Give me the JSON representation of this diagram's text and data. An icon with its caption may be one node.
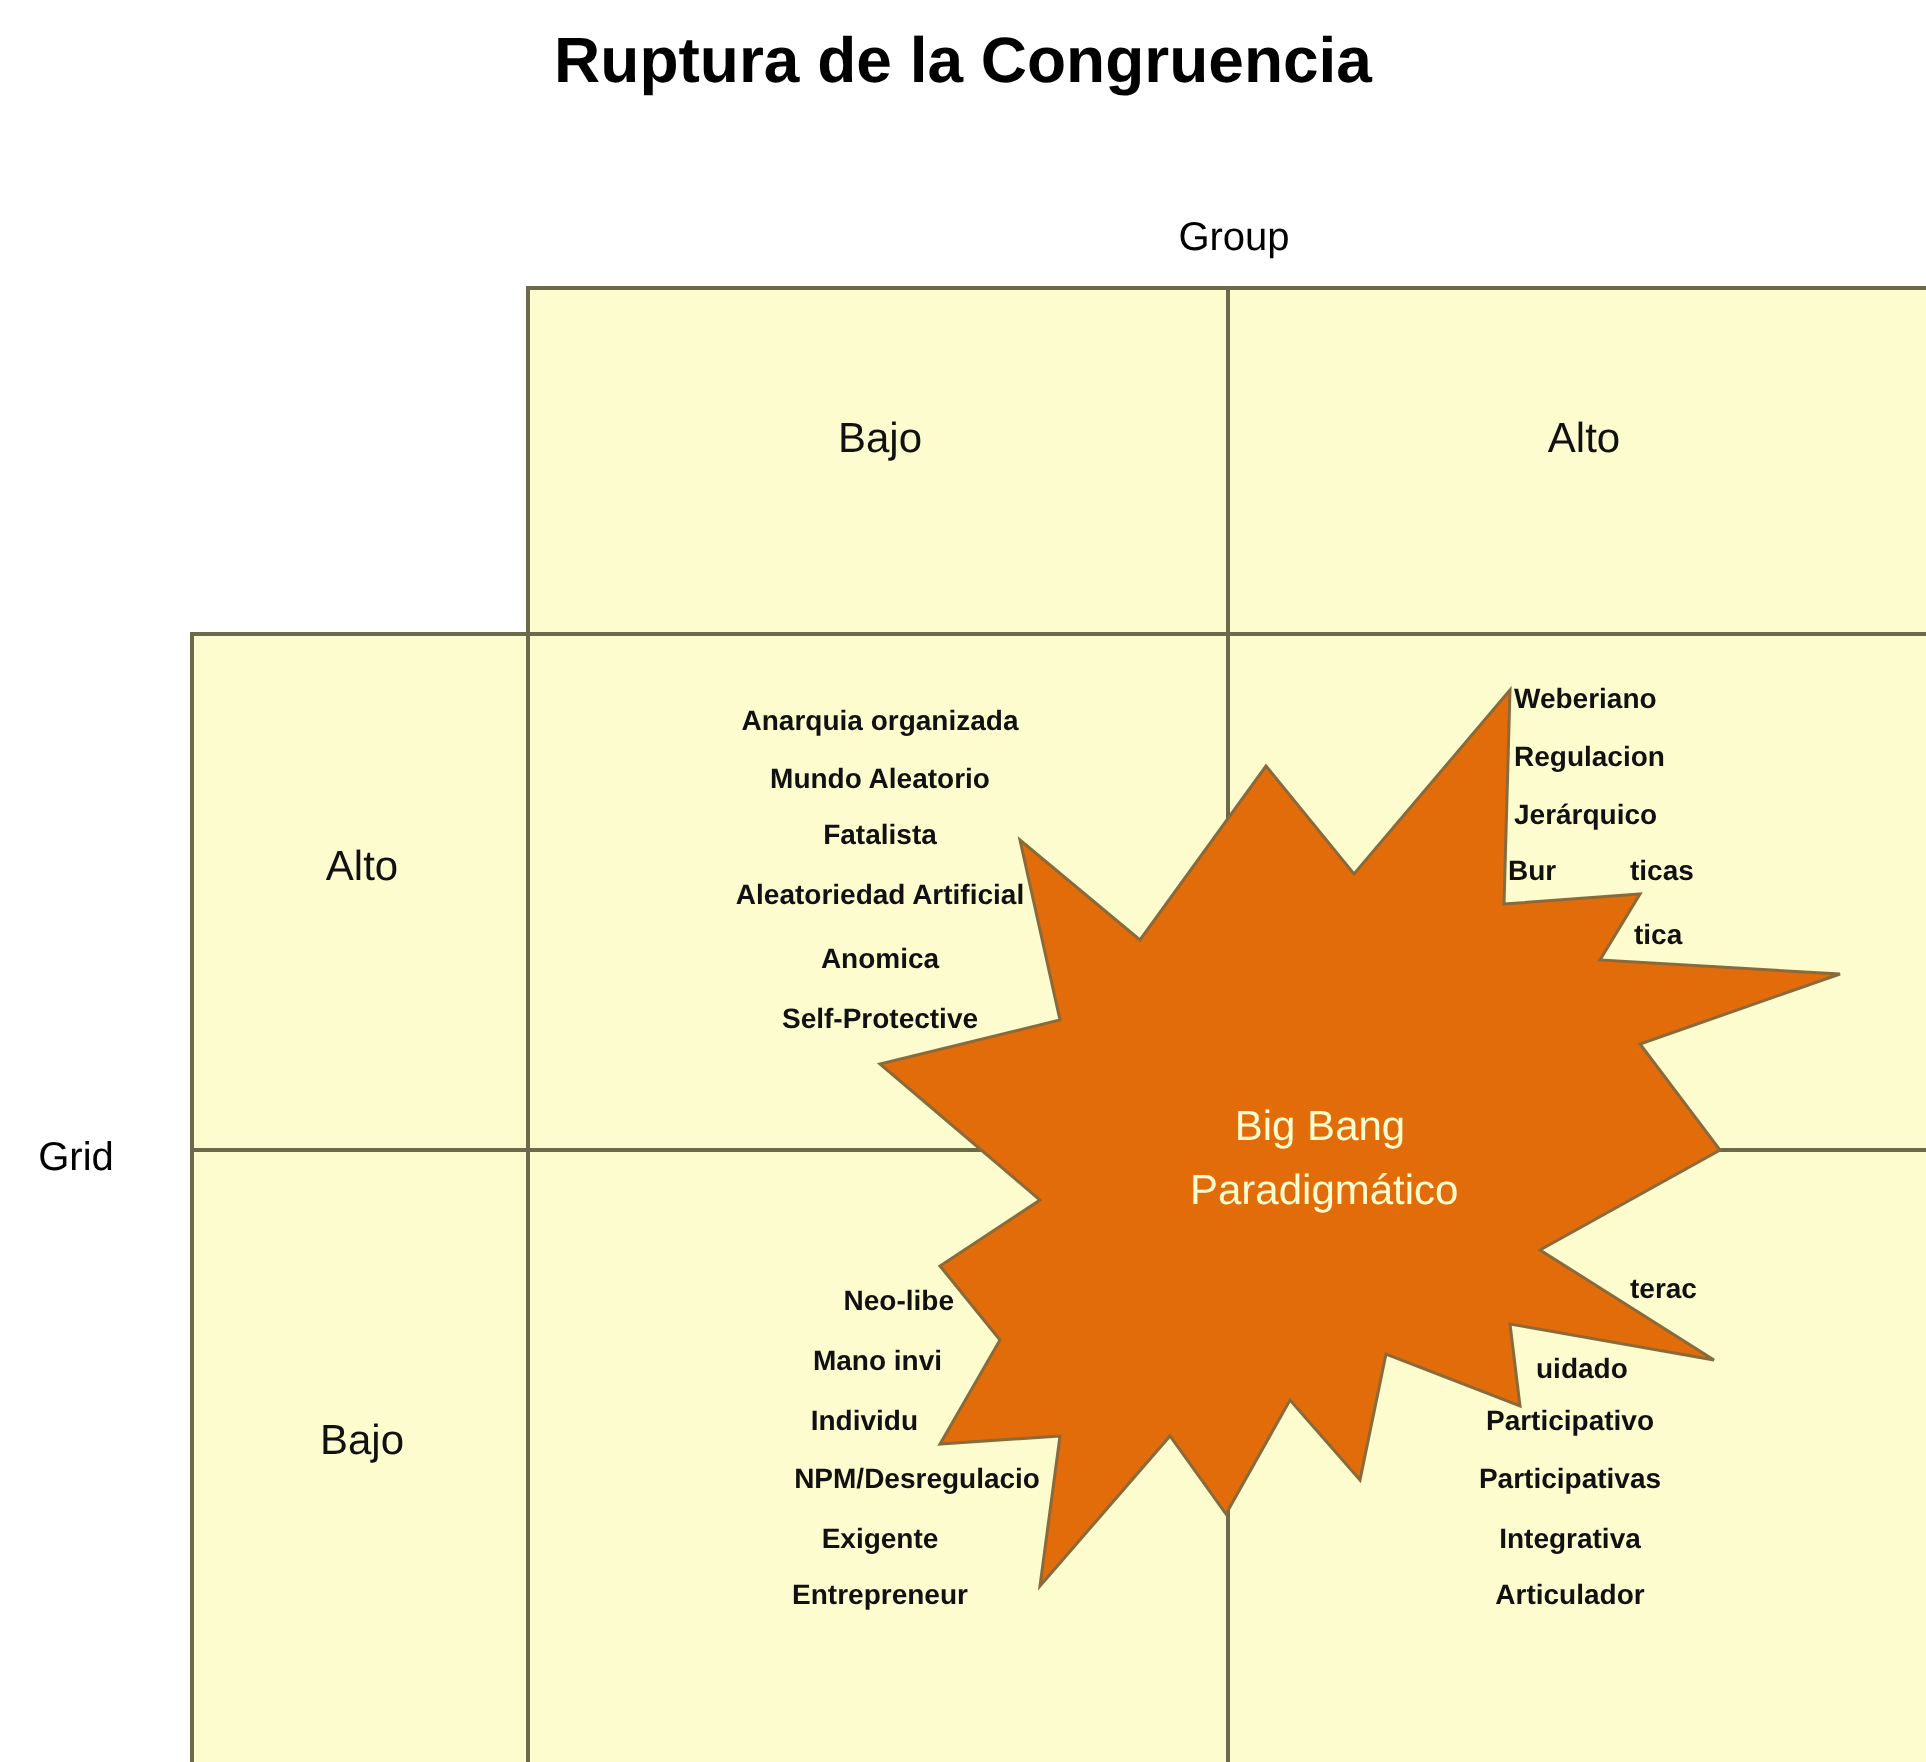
{
  "diagram": {
    "title": "Ruptura de la Congruencia",
    "nodes": [
      {
        "text": [
          "Bajo"
        ]
      },
      {
        "text": [
          "Alto"
        ]
      },
      {
        "text": [
          "Alto"
        ]
      },
      {
        "text": [
          "Anarquia organizada",
          "Mundo Aleatorio",
          "Fatalista",
          "Aleatoriedad Artificial",
          "Anomica",
          "Self-Protective"
        ]
      },
      {
        "text": [
          "Weberiano",
          "Regulacion",
          "Jerárquico",
          "Bur",
          "ticas",
          "tica"
        ]
      },
      {
        "text": [
          "Bajo"
        ]
      },
      {
        "text": [
          "Neo-libe",
          "Mano invi",
          "Individu",
          "NPM/Desregulacio",
          "Exigente",
          "Entrepreneur"
        ]
      },
      {
        "text": [
          "terac",
          "uidado",
          "Participativo",
          "Participativas",
          "Integrativa",
          "Articulador"
        ]
      },
      {
        "text": [
          "Big Bang Paradigmático"
        ]
      }
    ],
    "labels": [
      "Group",
      "Grid"
    ]
  }
}
